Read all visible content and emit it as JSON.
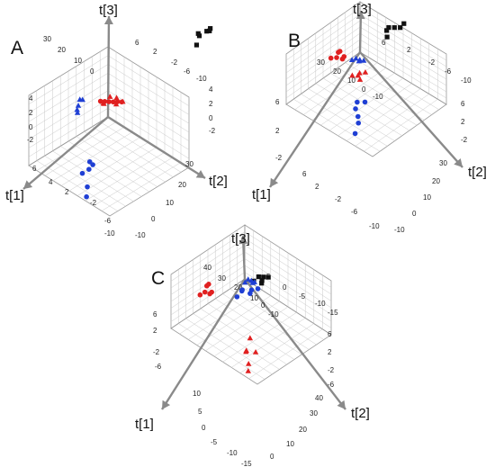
{
  "chart_data": [
    {
      "type": "scatter",
      "panel": "A",
      "axes": {
        "x": "t[1]",
        "y": "t[2]",
        "z": "t[3]"
      },
      "wall_ticks": {
        "left": [
          "30",
          "20",
          "10",
          "0",
          "4",
          "2",
          "0",
          "-2",
          "6",
          "4",
          "2",
          "-2",
          "-6",
          "-10"
        ],
        "back": [
          "6",
          "2",
          "-2",
          "-6",
          "-10",
          "4",
          "2",
          "0",
          "-2"
        ],
        "floor": [
          "30",
          "20",
          "10",
          "0",
          "-10"
        ]
      },
      "series": [
        {
          "symbol": "triangle",
          "color": "#1f3fd4",
          "points": [
            [
              -4,
              2,
              3.5
            ],
            [
              -3,
              1,
              2.6
            ],
            [
              -5,
              3,
              2.2
            ],
            [
              -3.5,
              0,
              1.4
            ],
            [
              -4.5,
              2,
              1.0
            ]
          ]
        },
        {
          "symbol": "triangle",
          "color": "#e02020",
          "points": [
            [
              0,
              8,
              3.2
            ],
            [
              1,
              9,
              2.6
            ],
            [
              -1,
              7,
              2.2
            ],
            [
              0.5,
              10,
              1.8
            ],
            [
              -0.5,
              6,
              1.5
            ],
            [
              1.5,
              11,
              2.0
            ]
          ]
        },
        {
          "symbol": "square",
          "color": "#111111",
          "points": [
            [
              20,
              6,
              3.5
            ],
            [
              22,
              5,
              3.0
            ],
            [
              21,
              3,
              2.6
            ],
            [
              23,
              4,
              2.2
            ],
            [
              19,
              7,
              2.4
            ],
            [
              24,
              2,
              1.6
            ]
          ]
        },
        {
          "symbol": "circle",
          "color": "#e02020",
          "points": [
            [
              3,
              -2,
              -2.2
            ],
            [
              3.5,
              -1,
              -2.3
            ],
            [
              4,
              0,
              -2.4
            ],
            [
              4.5,
              1,
              -2.4
            ],
            [
              5,
              2,
              -2.5
            ],
            [
              2.5,
              -3,
              -2.1
            ]
          ]
        },
        {
          "symbol": "circle",
          "color": "#1f3fd4",
          "points": [
            [
              -6,
              12,
              -6
            ],
            [
              -7,
              14,
              -6.5
            ],
            [
              -8,
              13,
              -7
            ],
            [
              -9,
              18,
              -8
            ],
            [
              -10,
              20,
              -9
            ],
            [
              -7,
              16,
              -5
            ]
          ]
        }
      ]
    },
    {
      "type": "scatter",
      "panel": "B",
      "axes": {
        "x": "t[1]",
        "y": "t[2]",
        "z": "t[3]"
      },
      "wall_ticks": {
        "left": [
          "30",
          "20",
          "10",
          "0",
          "-10",
          "6",
          "2",
          "-2",
          "6",
          "2",
          "-2",
          "-6",
          "-10"
        ],
        "back": [
          "6",
          "2",
          "-2",
          "-6",
          "-10",
          "6",
          "2",
          "-2"
        ],
        "floor": [
          "30",
          "20",
          "10",
          "0",
          "-10"
        ]
      },
      "series": [
        {
          "symbol": "circle",
          "color": "#e02020",
          "points": [
            [
              -2,
              1,
              6
            ],
            [
              -3,
              2,
              5.5
            ],
            [
              -1,
              0,
              5
            ],
            [
              -2,
              3,
              4.5
            ],
            [
              -4,
              1,
              5.8
            ],
            [
              -1,
              2,
              4
            ]
          ]
        },
        {
          "symbol": "square",
          "color": "#111111",
          "points": [
            [
              10,
              4,
              5
            ],
            [
              11,
              5,
              4.5
            ],
            [
              12,
              6,
              4
            ],
            [
              10,
              3,
              3.5
            ],
            [
              13,
              6,
              4.5
            ],
            [
              9,
              5,
              3
            ]
          ]
        },
        {
          "symbol": "triangle",
          "color": "#e02020",
          "points": [
            [
              -1,
              6,
              -1.0
            ],
            [
              0,
              7,
              -1.5
            ],
            [
              1,
              6,
              -2
            ],
            [
              0,
              8,
              -2.5
            ],
            [
              2,
              7,
              -2.2
            ]
          ]
        },
        {
          "symbol": "triangle",
          "color": "#1f3fd4",
          "points": [
            [
              5,
              -3,
              -4.5
            ],
            [
              5.5,
              -2,
              -5
            ],
            [
              6,
              -1,
              -5.3
            ],
            [
              4.5,
              -4,
              -5
            ],
            [
              5,
              -1.5,
              -4.8
            ]
          ]
        },
        {
          "symbol": "circle",
          "color": "#1f3fd4",
          "points": [
            [
              -3,
              12,
              -6
            ],
            [
              -2,
              14,
              -6
            ],
            [
              -4,
              13,
              -7
            ],
            [
              -6,
              18,
              -8
            ],
            [
              -8,
              20,
              -9
            ],
            [
              -5,
              16,
              -7.5
            ]
          ]
        }
      ]
    },
    {
      "type": "scatter",
      "panel": "C",
      "axes": {
        "x": "t[1]",
        "y": "t[2]",
        "z": "t[3]"
      },
      "wall_ticks": {
        "left": [
          "40",
          "30",
          "20",
          "10",
          "0",
          "-10",
          "6",
          "2",
          "-2",
          "-6",
          "10",
          "5",
          "0",
          "-5",
          "-10",
          "-15"
        ],
        "back": [
          "5",
          "0",
          "-5",
          "-10",
          "-15",
          "6",
          "2",
          "-2",
          "-6"
        ],
        "floor": [
          "40",
          "30",
          "20",
          "10",
          "0",
          "-10"
        ]
      },
      "series": [
        {
          "symbol": "circle",
          "color": "#e02020",
          "points": [
            [
              -6,
              0,
              6
            ],
            [
              -7,
              1,
              5
            ],
            [
              -5,
              -1,
              5.5
            ],
            [
              -6,
              2,
              4
            ],
            [
              -8,
              0,
              4.5
            ],
            [
              -5,
              1,
              3.5
            ]
          ]
        },
        {
          "symbol": "circle",
          "color": "#1f3fd4",
          "points": [
            [
              0,
              10,
              3
            ],
            [
              2,
              12,
              2.5
            ],
            [
              1,
              8,
              2
            ],
            [
              3,
              14,
              2.8
            ],
            [
              -1,
              9,
              1.5
            ],
            [
              2,
              11,
              1
            ]
          ]
        },
        {
          "symbol": "square",
          "color": "#111111",
          "points": [
            [
              5,
              10,
              4
            ],
            [
              6,
              11,
              3.5
            ],
            [
              4,
              9,
              3
            ],
            [
              5,
              12,
              2.5
            ],
            [
              6,
              10,
              2
            ],
            [
              7,
              12,
              3
            ]
          ]
        },
        {
          "symbol": "triangle",
          "color": "#1f3fd4",
          "points": [
            [
              9,
              -6,
              -5
            ],
            [
              9.5,
              -5,
              -5.5
            ],
            [
              8.5,
              -7,
              -6
            ],
            [
              10,
              -4,
              -6
            ],
            [
              9,
              -3,
              -5.2
            ]
          ]
        },
        {
          "symbol": "triangle",
          "color": "#e02020",
          "points": [
            [
              -2,
              20,
              -8
            ],
            [
              -5,
              24,
              -9
            ],
            [
              -4,
              22,
              -10
            ],
            [
              -6,
              28,
              -11
            ],
            [
              -7,
              30,
              -12
            ],
            [
              -3,
              26,
              -10
            ]
          ]
        }
      ]
    }
  ],
  "labels": {
    "t1": "t[1]",
    "t2": "t[2]",
    "t3": "t[3]",
    "panelA": "A",
    "panelB": "B",
    "panelC": "C"
  }
}
